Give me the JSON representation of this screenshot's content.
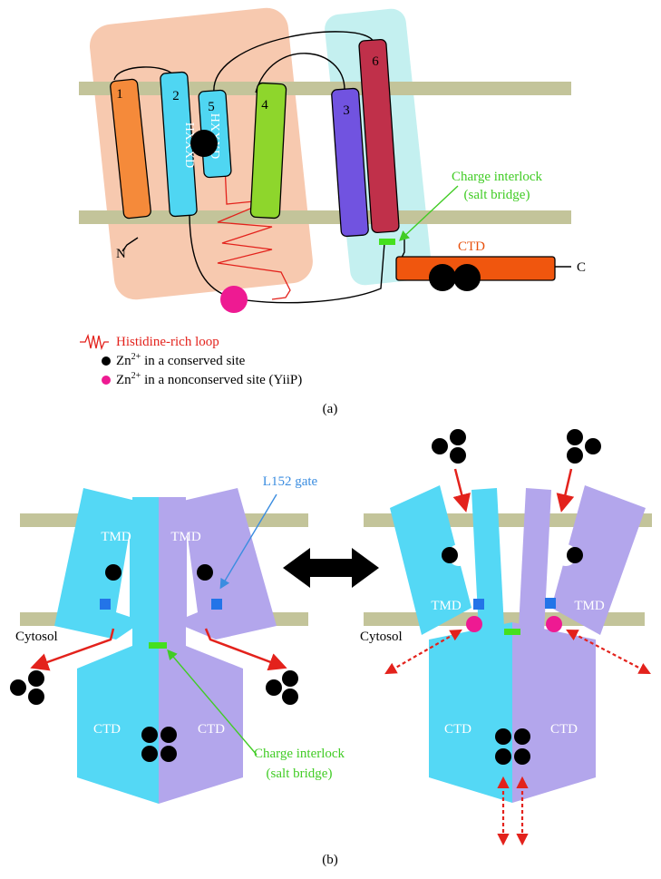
{
  "panel_a": {
    "helix_labels": [
      "1",
      "2",
      "5",
      "4",
      "3",
      "6"
    ],
    "motif_2": "HXXXD",
    "motif_5": "HXXXD",
    "n_terminus": "N",
    "c_terminus": "C",
    "ctd_label": "CTD",
    "charge_interlock": "Charge interlock",
    "salt_bridge": "(salt bridge)",
    "legend": {
      "his_loop": "Histidine-rich loop",
      "zn_conserved_pre": "Zn",
      "zn_conserved_sup": "2+",
      "zn_conserved_post": " in a conserved site",
      "zn_nonconserved_pre": "Zn",
      "zn_nonconserved_sup": "2+",
      "zn_nonconserved_post": " in a nonconserved site (YiiP)"
    },
    "caption": "(a)"
  },
  "panel_b": {
    "tmd": "TMD",
    "ctd": "CTD",
    "cytosol": "Cytosol",
    "gate": "L152 gate",
    "charge_interlock": "Charge interlock",
    "salt_bridge": "(salt bridge)",
    "caption": "(b)"
  },
  "colors": {
    "membrane": "#c3c49a",
    "helix1": "#f58a3a",
    "helix2": "#4fd6f2",
    "helix4": "#8ed62c",
    "helix3": "#7153e0",
    "helix6": "#c0304a",
    "ctd_bar": "#f0560e",
    "domain_left": "#f7c9af",
    "domain_right": "#c4f0f0",
    "cyan_subunit": "#54d8f5",
    "purple_subunit": "#b3a6ec",
    "charge": "#45e01e",
    "gate_square": "#2374e8",
    "zinc_nonconserved": "#ee1a92",
    "red_arrow": "#e3221c",
    "green_text": "#41cc25",
    "blue_text": "#3b8de0",
    "ctd_text": "#e8510e"
  }
}
